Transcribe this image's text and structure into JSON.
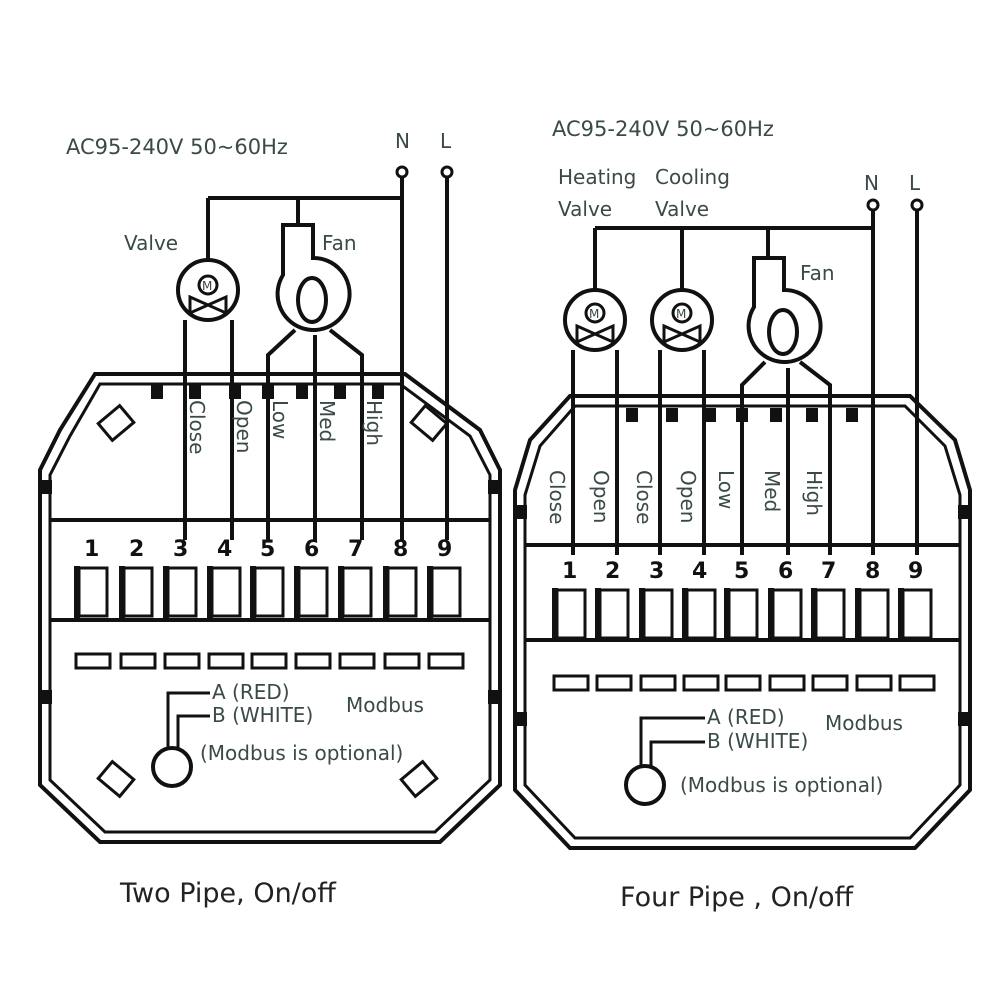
{
  "left": {
    "supply": "AC95-240V  50~60Hz",
    "n_label": "N",
    "l_label": "L",
    "valve_label": "Valve",
    "fan_label": "Fan",
    "motor_symbol": "M",
    "wire_labels": [
      "Close",
      "Open",
      "Low",
      "Med",
      "High"
    ],
    "terminals": [
      "1",
      "2",
      "3",
      "4",
      "5",
      "6",
      "7",
      "8",
      "9"
    ],
    "modbus_a": "A (RED)",
    "modbus_b": "B (WHITE)",
    "modbus": "Modbus",
    "modbus_note": "(Modbus is optional)",
    "caption": "Two Pipe, On/off"
  },
  "right": {
    "supply": "AC95-240V  50~60Hz",
    "n_label": "N",
    "l_label": "L",
    "heating_valve_line1": "Heating",
    "heating_valve_line2": "Valve",
    "cooling_valve_line1": "Cooling",
    "cooling_valve_line2": "Valve",
    "fan_label": "Fan",
    "motor_symbol": "M",
    "wire_labels": [
      "Close",
      "Open",
      "Close",
      "Open",
      "Low",
      "Med",
      "High"
    ],
    "terminals": [
      "1",
      "2",
      "3",
      "4",
      "5",
      "6",
      "7",
      "8",
      "9"
    ],
    "modbus_a": "A (RED)",
    "modbus_b": "B (WHITE)",
    "modbus": "Modbus",
    "modbus_note": "(Modbus is optional)",
    "caption": "Four Pipe , On/off"
  }
}
